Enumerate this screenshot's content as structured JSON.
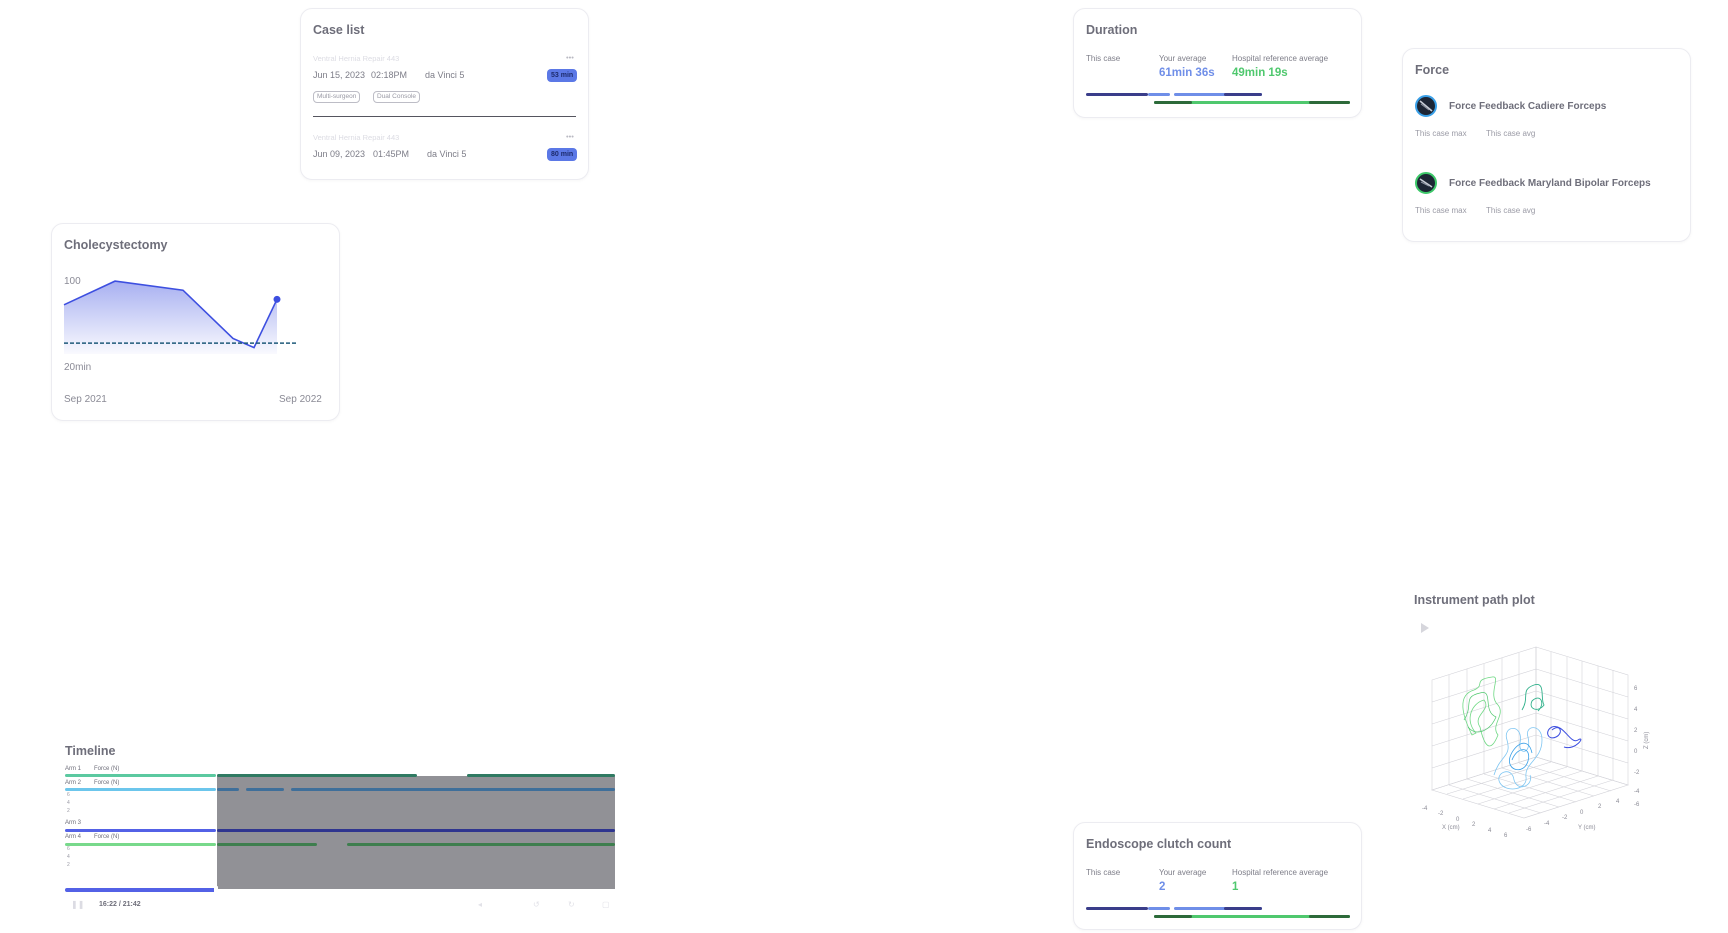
{
  "case_list": {
    "title": "Case list",
    "items": [
      {
        "name": "Ventral Hernia Repair 443",
        "menu": "•••",
        "date": "Jun 15, 2023",
        "time": "02:18PM",
        "system": "da Vinci 5",
        "duration": "53 min",
        "tags": [
          "Multi-surgeon",
          "Dual Console"
        ]
      },
      {
        "name": "Ventral Hernia Repair 443",
        "menu": "•••",
        "date": "Jun 09, 2023",
        "time": "01:45PM",
        "system": "da Vinci 5",
        "duration": "80 min",
        "tags": []
      }
    ]
  },
  "procedure_chart": {
    "title": "Cholecystectomy",
    "y_top_label": "100",
    "y_bottom_label": "20min",
    "x_start_label": "Sep 2021",
    "x_end_label": "Sep 2022"
  },
  "chart_data": {
    "type": "area",
    "title": "Cholecystectomy",
    "x": [
      "Sep 2021",
      "",
      "",
      "",
      "",
      "",
      "Sep 2022"
    ],
    "series": [
      {
        "values": [
          64,
          90,
          80,
          27,
          17,
          70
        ]
      }
    ],
    "reference_line": 22,
    "y_labels": [
      "100",
      "20min"
    ],
    "colors": {
      "line": "#3d4fe0",
      "reference": "#1e5a7a"
    }
  },
  "duration": {
    "title": "Duration",
    "labels": {
      "this_case": "This case",
      "your_avg": "Your average",
      "hospital_avg": "Hospital reference average"
    },
    "your_avg_value": "61min 36s",
    "hospital_avg_value": "49min 19s"
  },
  "force": {
    "title": "Force",
    "instruments": [
      {
        "name": "Force Feedback Cadiere Forceps",
        "max_label": "This case max",
        "avg_label": "This case avg",
        "ring": "#3aa0e8"
      },
      {
        "name": "Force Feedback Maryland Bipolar Forceps",
        "max_label": "This case max",
        "avg_label": "This case avg",
        "ring": "#3ec86a"
      }
    ]
  },
  "path_plot": {
    "title": "Instrument path plot",
    "play_icon": "play-icon",
    "axis_x": "X (cm)",
    "axis_y": "Y (cm)",
    "axis_z": "Z (cm)",
    "x_ticks": [
      "-4",
      "-2",
      "0",
      "2",
      "4",
      "6"
    ],
    "y_ticks": [
      "4",
      "2",
      "0",
      "-2",
      "-4",
      "-6"
    ],
    "z_ticks": [
      "6",
      "4",
      "2",
      "0",
      "-2",
      "-4",
      "-6"
    ]
  },
  "timeline": {
    "title": "Timeline",
    "rows": [
      {
        "arm": "Arm 1",
        "metric": "Force (N)"
      },
      {
        "arm": "Arm 2",
        "metric": "Force (N)"
      },
      {
        "arm": "Arm 3",
        "metric": ""
      },
      {
        "arm": "Arm 4",
        "metric": "Force (N)"
      }
    ],
    "axis_ticks_a": [
      "6",
      "4",
      "2"
    ],
    "axis_ticks_b": [
      "6",
      "4",
      "2"
    ],
    "time_display": "16:22 / 21:42",
    "progress": 0.75
  },
  "clutch": {
    "title": "Endoscope clutch count",
    "labels": {
      "this_case": "This case",
      "your_avg": "Your average",
      "hospital_avg": "Hospital reference average"
    },
    "your_avg_value": "2",
    "hospital_avg_value": "1"
  },
  "colors": {
    "accent_blue": "#6f8ee8",
    "accent_green": "#4fc86e",
    "badge": "#5b78e6",
    "dark_navy": "#2e3a8c"
  }
}
